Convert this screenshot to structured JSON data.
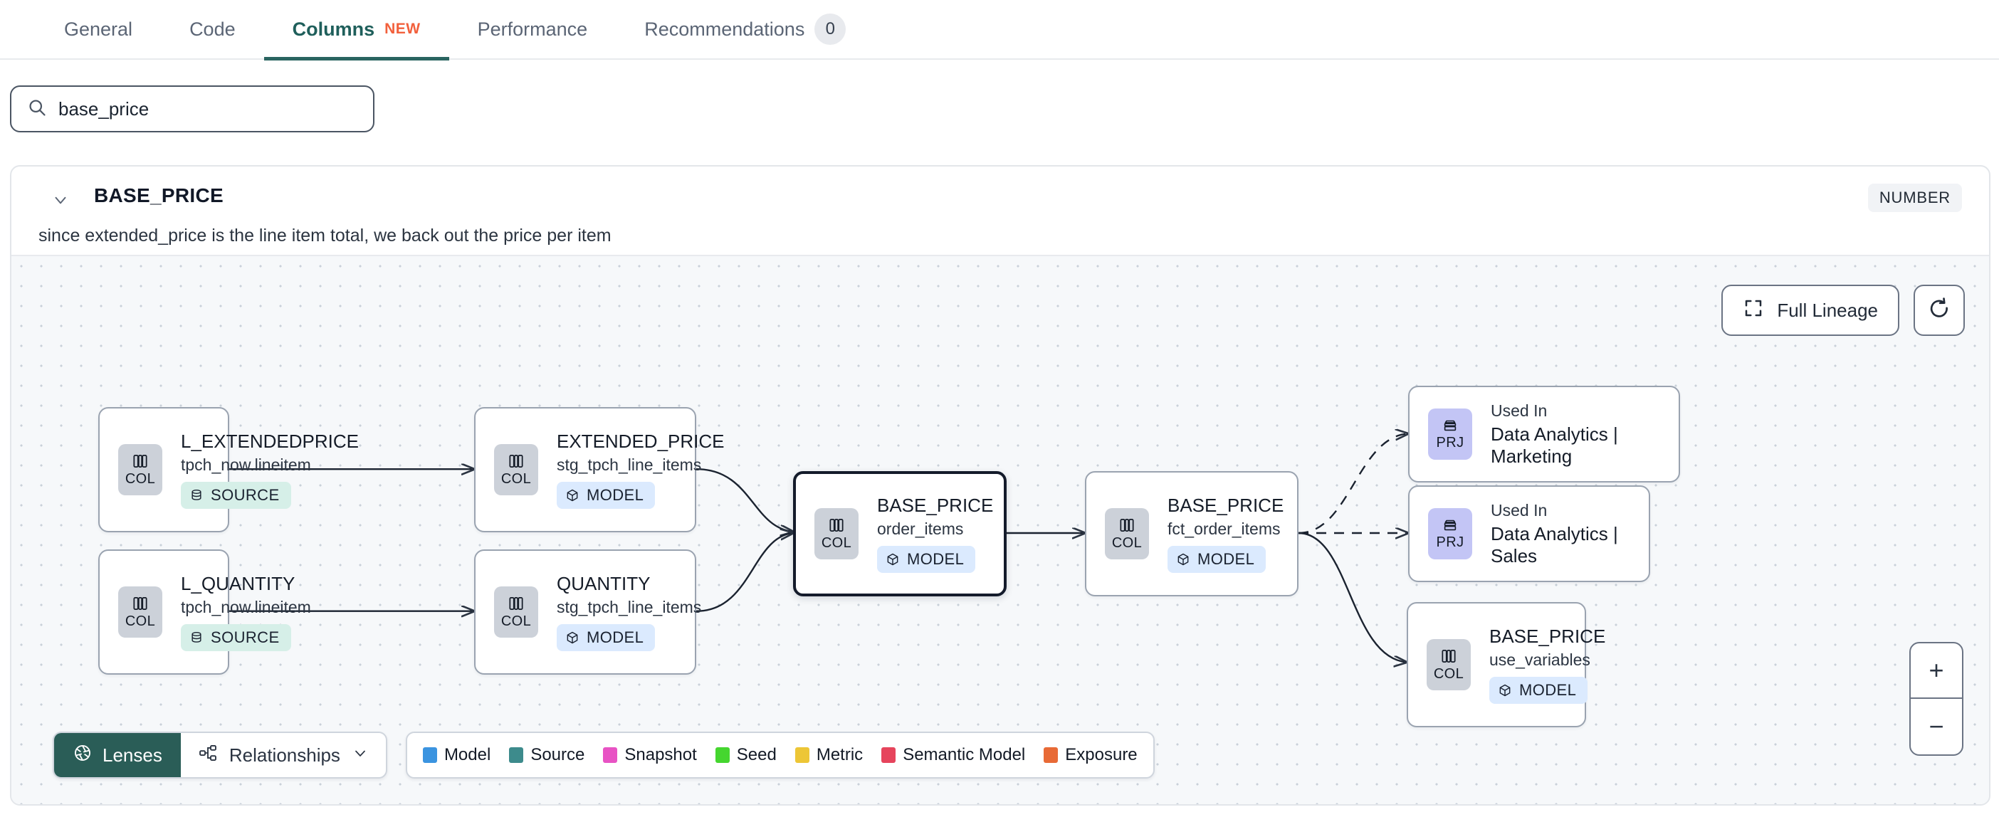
{
  "tabs": [
    {
      "label": "General",
      "active": false
    },
    {
      "label": "Code",
      "active": false
    },
    {
      "label": "Columns",
      "active": true,
      "badge_text": "NEW"
    },
    {
      "label": "Performance",
      "active": false
    },
    {
      "label": "Recommendations",
      "active": false,
      "count": "0"
    }
  ],
  "search": {
    "value": "base_price",
    "placeholder": "Search columns",
    "icon": "search-icon"
  },
  "column": {
    "name": "BASE_PRICE",
    "description": "since extended_price is the line item total, we back out the price per item",
    "data_type": "NUMBER",
    "expanded": true
  },
  "lineage": {
    "full_lineage_label": "Full Lineage",
    "refresh_label": "Refresh",
    "zoom_in": "+",
    "zoom_out": "−",
    "nodes": [
      {
        "id": "l_extendedprice",
        "badge": "COL",
        "name": "L_EXTENDEDPRICE",
        "sub": "tpch_now.lineitem",
        "pill": "SOURCE",
        "pill_type": "source",
        "kind": "column",
        "focused": false
      },
      {
        "id": "l_quantity",
        "badge": "COL",
        "name": "L_QUANTITY",
        "sub": "tpch_now.lineitem",
        "pill": "SOURCE",
        "pill_type": "source",
        "kind": "column",
        "focused": false
      },
      {
        "id": "extended_price",
        "badge": "COL",
        "name": "EXTENDED_PRICE",
        "sub": "stg_tpch_line_items",
        "pill": "MODEL",
        "pill_type": "model",
        "kind": "column",
        "focused": false
      },
      {
        "id": "quantity",
        "badge": "COL",
        "name": "QUANTITY",
        "sub": "stg_tpch_line_items",
        "pill": "MODEL",
        "pill_type": "model",
        "kind": "column",
        "focused": false
      },
      {
        "id": "base_price_order_items",
        "badge": "COL",
        "name": "BASE_PRICE",
        "sub": "order_items",
        "pill": "MODEL",
        "pill_type": "model",
        "kind": "column",
        "focused": true
      },
      {
        "id": "base_price_fct",
        "badge": "COL",
        "name": "BASE_PRICE",
        "sub": "fct_order_items",
        "pill": "MODEL",
        "pill_type": "model",
        "kind": "column",
        "focused": false
      },
      {
        "id": "prj_marketing",
        "badge": "PRJ",
        "name": "Used In",
        "sub": "Data Analytics | Marketing",
        "kind": "project",
        "focused": false
      },
      {
        "id": "prj_sales",
        "badge": "PRJ",
        "name": "Used In",
        "sub": "Data Analytics | Sales",
        "kind": "project",
        "focused": false
      },
      {
        "id": "base_price_use_variables",
        "badge": "COL",
        "name": "BASE_PRICE",
        "sub": "use_variables",
        "pill": "MODEL",
        "pill_type": "model",
        "kind": "column",
        "focused": false
      }
    ]
  },
  "toolbar": {
    "lenses_label": "Lenses",
    "relationships_label": "Relationships",
    "legend": [
      {
        "label": "Model",
        "color": "#3b94e0"
      },
      {
        "label": "Source",
        "color": "#3d8b8c"
      },
      {
        "label": "Snapshot",
        "color": "#e853c4"
      },
      {
        "label": "Seed",
        "color": "#45d62f"
      },
      {
        "label": "Metric",
        "color": "#edc636"
      },
      {
        "label": "Semantic Model",
        "color": "#e6445c"
      },
      {
        "label": "Exposure",
        "color": "#e86a36"
      }
    ]
  }
}
